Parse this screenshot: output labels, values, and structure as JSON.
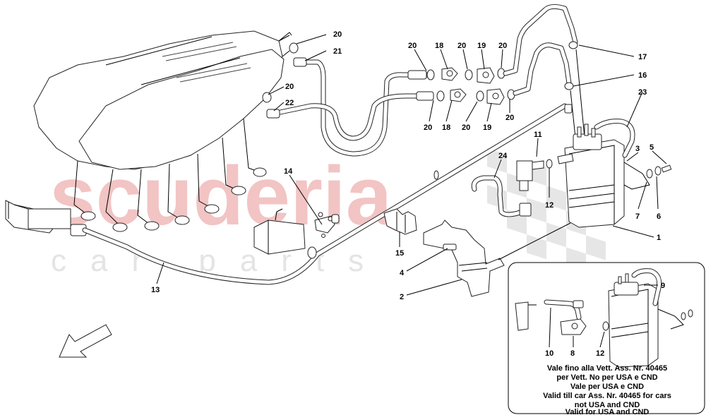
{
  "watermark": {
    "brand": "scuderia",
    "sub": "car parts"
  },
  "callouts": [
    "20",
    "21",
    "20",
    "22",
    "20",
    "18",
    "20",
    "19",
    "20",
    "17",
    "16",
    "23",
    "20",
    "18",
    "20",
    "19",
    "20",
    "11",
    "24",
    "12",
    "3",
    "5",
    "7",
    "6",
    "1",
    "14",
    "15",
    "4",
    "2",
    "13",
    "9",
    "10",
    "8",
    "12"
  ],
  "inset_note": {
    "line1": "Vale fino alla Vett. Ass. Nr. 40465",
    "line2": "per Vett. No per USA e CND",
    "line3": "Vale per USA e CND",
    "line4": "Valid till car Ass. Nr. 40465 for cars",
    "line5": "not USA and CND",
    "line6": "Valid for USA and CND"
  }
}
